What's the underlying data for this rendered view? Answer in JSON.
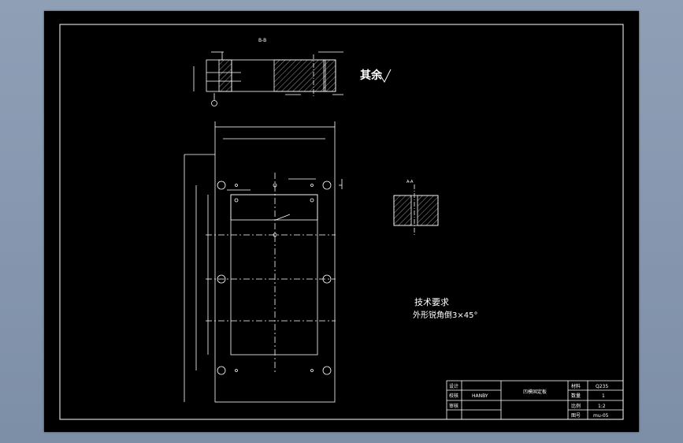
{
  "section_label": "B-B",
  "section_label_small": "A-A",
  "roughness_note": "其余",
  "tech_req": {
    "title": "技术要求",
    "line1": "外形锐角倒3×45°"
  },
  "title_block": {
    "r1c1": "设计",
    "r2c1": "校核",
    "r2c2": "HANBY",
    "r3c1": "审核",
    "part_name": "凹模固定板",
    "material_label": "材料",
    "material_value": "Q235",
    "quantity_label": "数量",
    "quantity_value": "1",
    "scale_label": "比例",
    "scale_value": "1:2",
    "drawing_no_label": "图号",
    "drawing_no_value": "mu-05"
  },
  "colors": {
    "background": "#000000",
    "lines": "#ffffff",
    "window": "#8a9ab2"
  }
}
